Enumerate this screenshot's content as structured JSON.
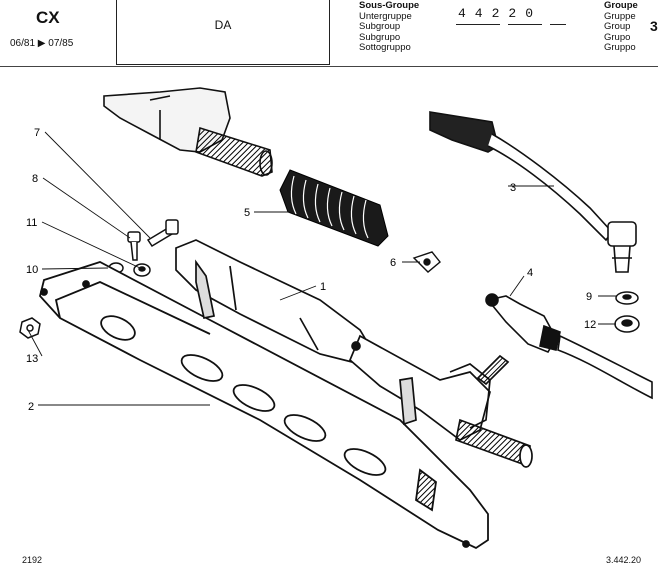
{
  "header": {
    "model": "CX",
    "date_range": "06/81 ▶ 07/85",
    "title": "DA",
    "subgroup_labels": [
      "Sous-Groupe",
      "Untergruppe",
      "Subgroup",
      "Subgrupo",
      "Sottogruppo"
    ],
    "group_code": "44220",
    "group_labels": [
      "Groupe",
      "Gruppe",
      "Group",
      "Grupo",
      "Gruppo"
    ],
    "page_char": "3"
  },
  "callouts": [
    "1",
    "2",
    "3",
    "4",
    "5",
    "6",
    "7",
    "8",
    "9",
    "10",
    "11",
    "12",
    "13"
  ],
  "footer": {
    "left": "2192",
    "right": "3.442.20"
  }
}
